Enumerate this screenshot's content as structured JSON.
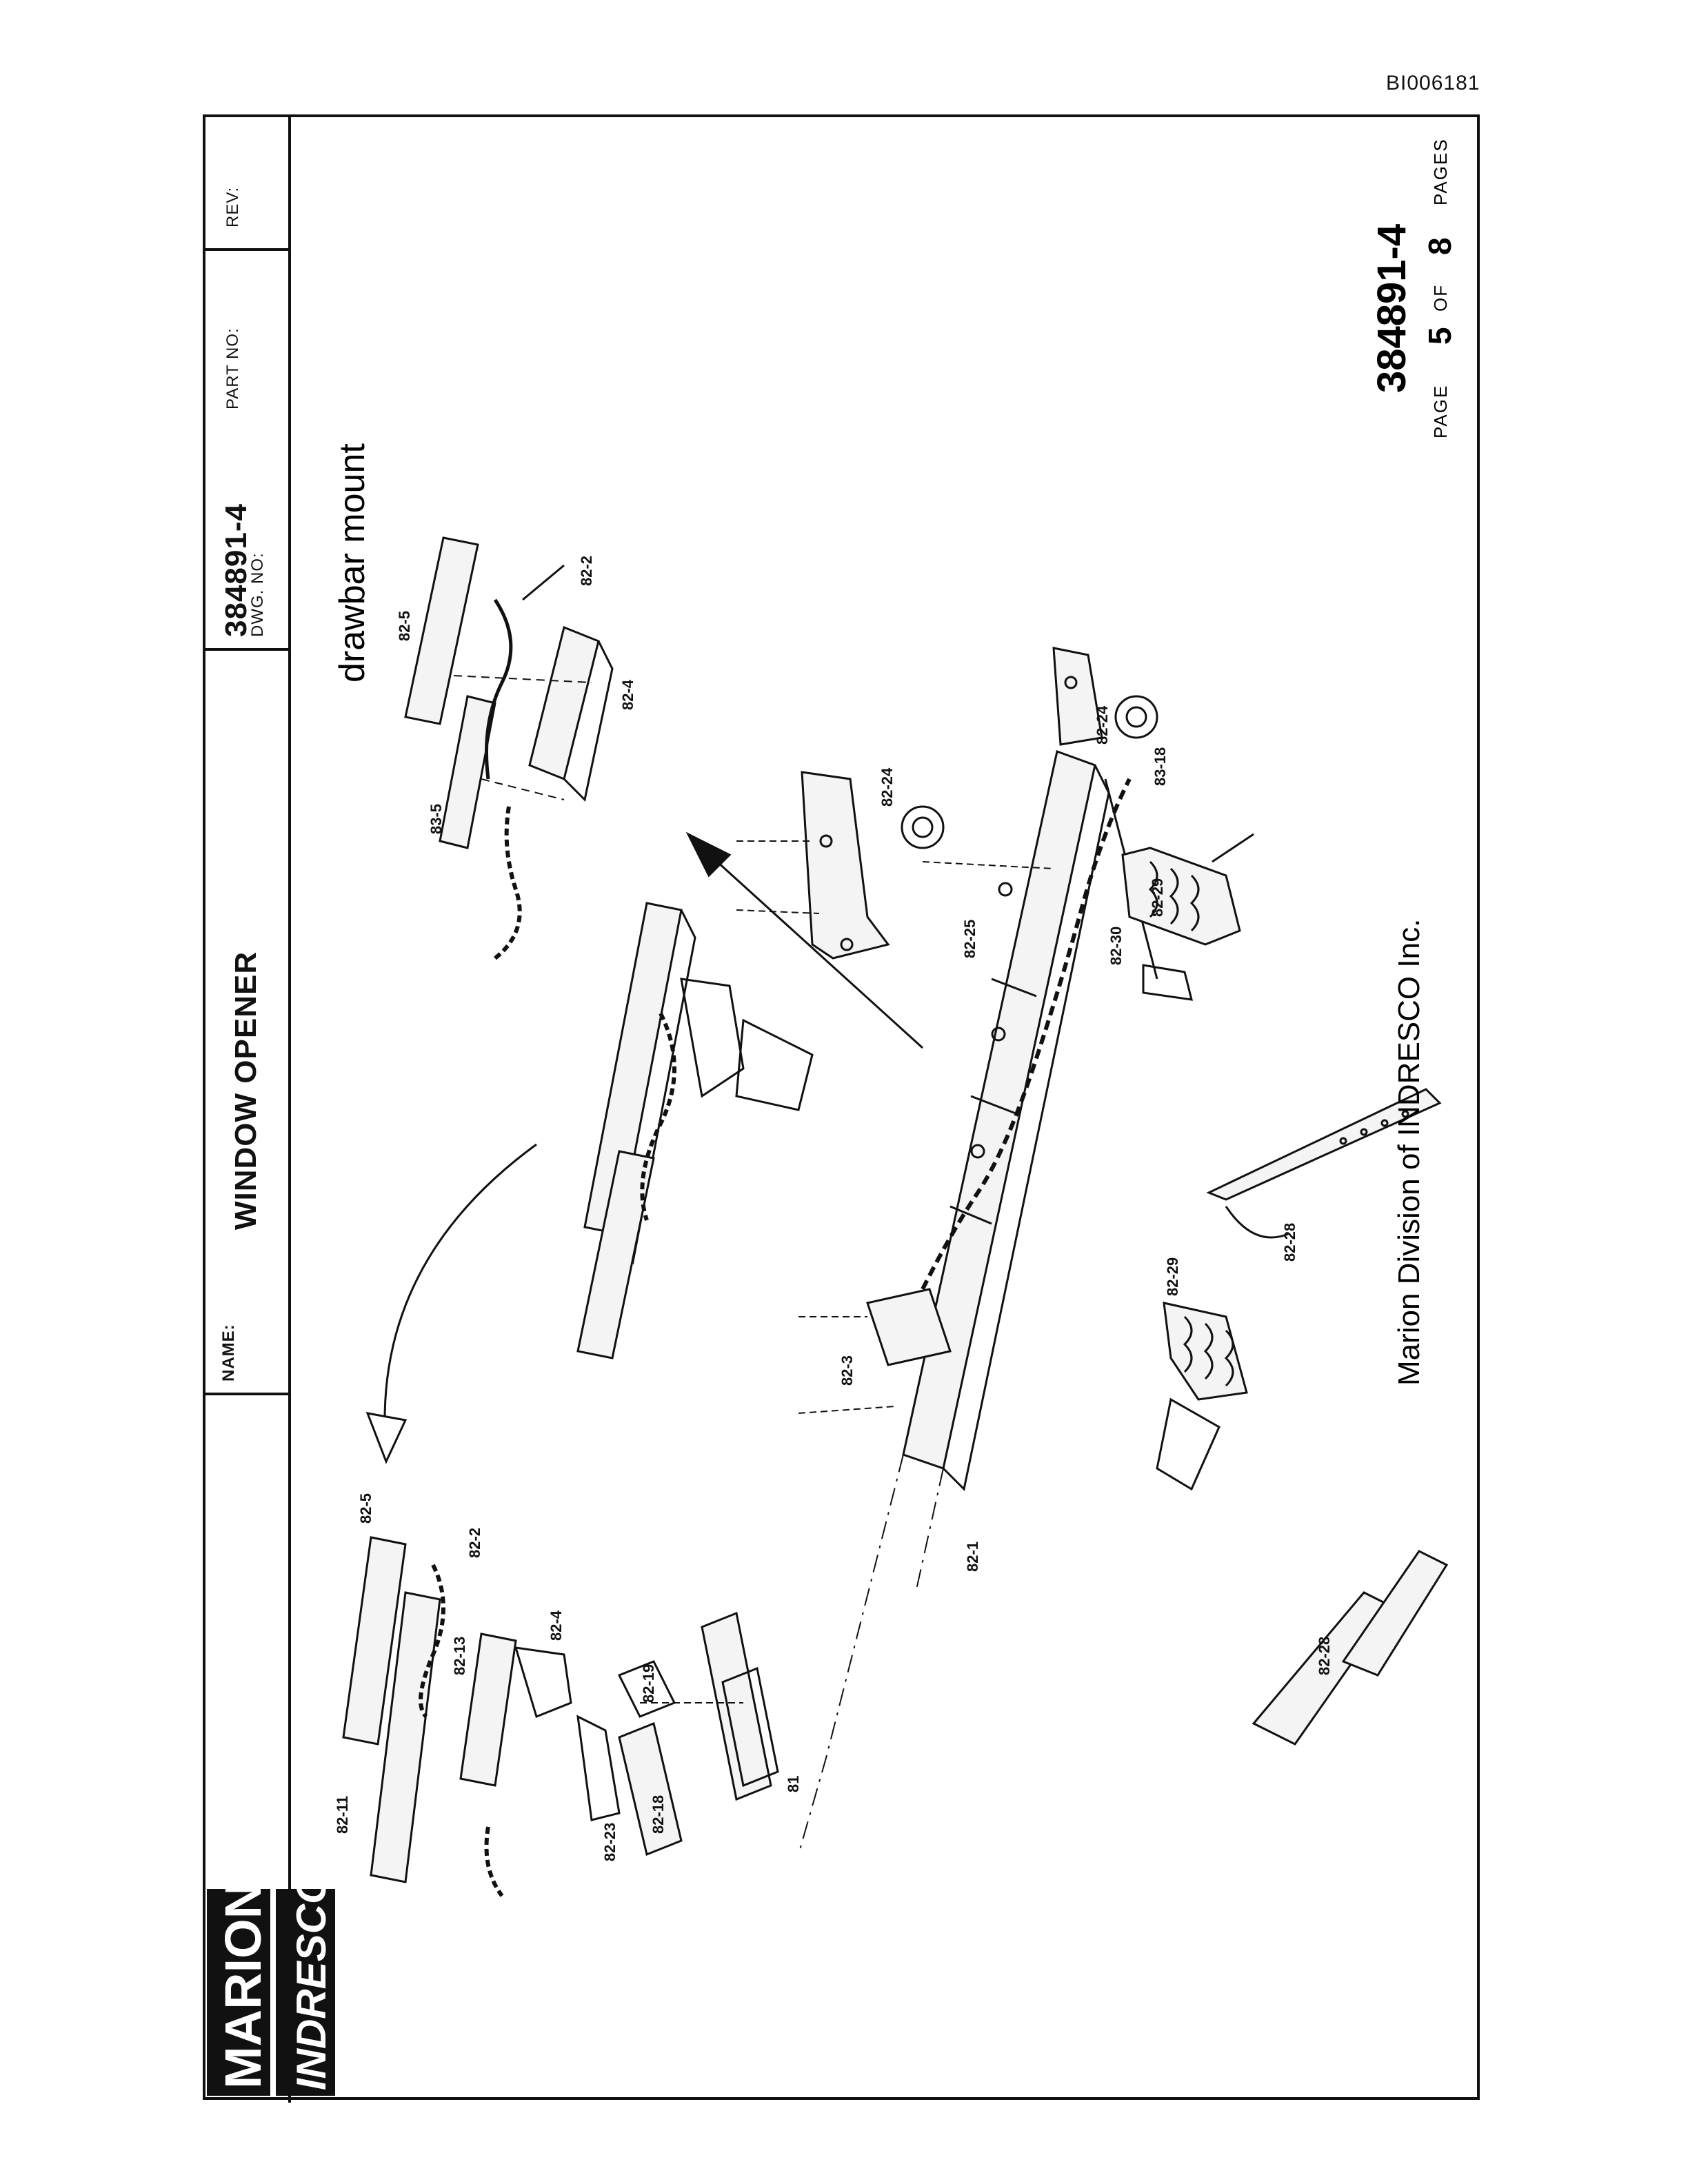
{
  "doc_id": "BI006181",
  "title_block": {
    "rev_label": "REV:",
    "part_no_label": "PART NO:",
    "part_no": "384891-4",
    "dwg_no_label": "DWG. NO:",
    "name_label": "NAME:",
    "name": "WINDOW OPENER"
  },
  "logo": {
    "line1": "MARION",
    "line2": "INDRESCO"
  },
  "caption": "drawbar mount",
  "footer": {
    "company": "Marion Division of INDRESCO Inc.",
    "part_number": "384891-4",
    "page_word": "PAGE",
    "page_current": "5",
    "of_word": "OF",
    "page_total": "8",
    "pages_word": "PAGES"
  },
  "callouts": [
    "82-5",
    "82-2",
    "82-4",
    "83-5",
    "82-24",
    "82-24",
    "83-18",
    "82-25",
    "82-30",
    "82-29",
    "82-28",
    "82-29",
    "82-3",
    "82-1",
    "82-28",
    "82-5",
    "82-2",
    "82-4",
    "82-13",
    "82-19",
    "82-11",
    "82-23",
    "82-18",
    "81"
  ]
}
